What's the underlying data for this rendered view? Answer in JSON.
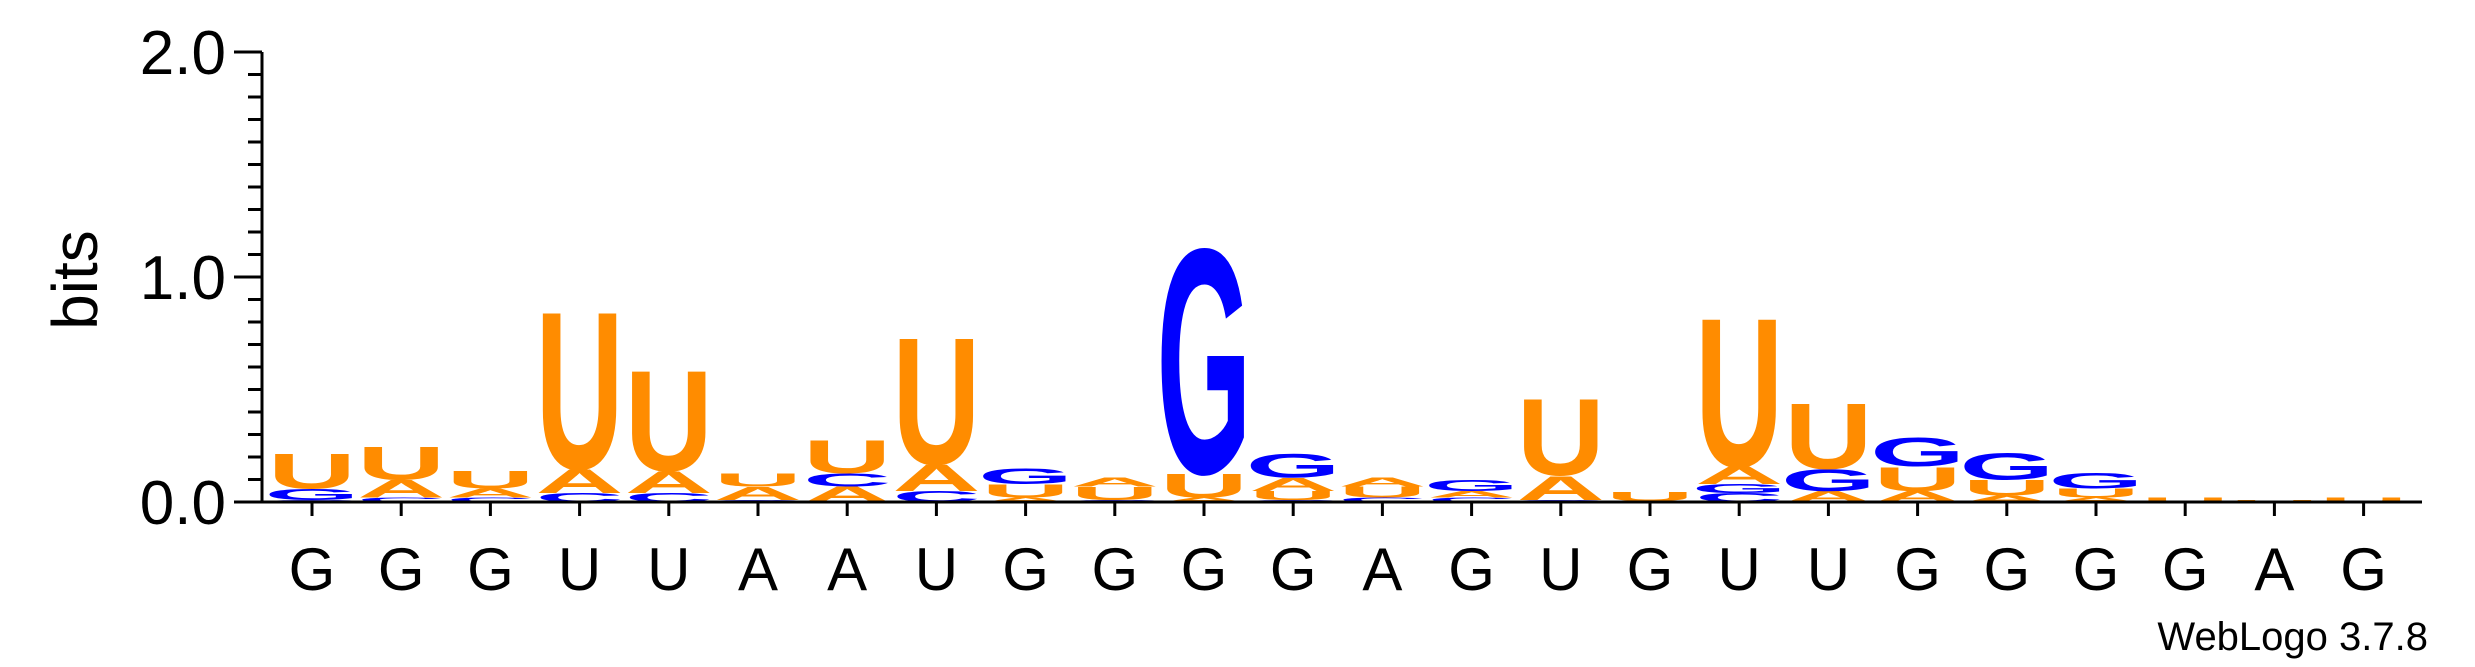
{
  "chart_data": {
    "type": "sequence-logo",
    "ylabel": "bits",
    "ylim": [
      0,
      2.0
    ],
    "yticks": [
      "0.0",
      "1.0",
      "2.0"
    ],
    "footer": "WebLogo 3.7.8",
    "colors": {
      "U": "#FF8C00",
      "A": "#FF8C00",
      "G": "#0000FF",
      "C": "#0000FF"
    },
    "positions": [
      {
        "label": "G",
        "stack": [
          [
            "C",
            0.01
          ],
          [
            "G",
            0.05
          ],
          [
            "U",
            0.16
          ]
        ]
      },
      {
        "label": "G",
        "stack": [
          [
            "C",
            0.02
          ],
          [
            "A",
            0.08
          ],
          [
            "U",
            0.15
          ]
        ]
      },
      {
        "label": "G",
        "stack": [
          [
            "C",
            0.02
          ],
          [
            "A",
            0.04
          ],
          [
            "U",
            0.08
          ]
        ]
      },
      {
        "label": "U",
        "stack": [
          [
            "C",
            0.04
          ],
          [
            "A",
            0.11
          ],
          [
            "U",
            0.72
          ]
        ]
      },
      {
        "label": "U",
        "stack": [
          [
            "C",
            0.04
          ],
          [
            "A",
            0.1
          ],
          [
            "U",
            0.46
          ]
        ]
      },
      {
        "label": "A",
        "stack": [
          [
            "G",
            0.01
          ],
          [
            "A",
            0.06
          ],
          [
            "U",
            0.06
          ]
        ]
      },
      {
        "label": "A",
        "stack": [
          [
            "A",
            0.07
          ],
          [
            "C",
            0.06
          ],
          [
            "U",
            0.15
          ]
        ]
      },
      {
        "label": "U",
        "stack": [
          [
            "C",
            0.05
          ],
          [
            "A",
            0.12
          ],
          [
            "U",
            0.58
          ]
        ]
      },
      {
        "label": "G",
        "stack": [
          [
            "A",
            0.02
          ],
          [
            "U",
            0.06
          ],
          [
            "G",
            0.07
          ]
        ]
      },
      {
        "label": "G",
        "stack": [
          [
            "C",
            0.01
          ],
          [
            "U",
            0.06
          ],
          [
            "A",
            0.04
          ]
        ]
      },
      {
        "label": "G",
        "stack": [
          [
            "A",
            0.02
          ],
          [
            "U",
            0.11
          ],
          [
            "G",
            1.03
          ]
        ]
      },
      {
        "label": "G",
        "stack": [
          [
            "C",
            0.01
          ],
          [
            "U",
            0.04
          ],
          [
            "A",
            0.06
          ],
          [
            "G",
            0.11
          ]
        ]
      },
      {
        "label": "A",
        "stack": [
          [
            "C",
            0.02
          ],
          [
            "U",
            0.05
          ],
          [
            "A",
            0.04
          ]
        ]
      },
      {
        "label": "G",
        "stack": [
          [
            "C",
            0.02
          ],
          [
            "A",
            0.03
          ],
          [
            "G",
            0.05
          ]
        ]
      },
      {
        "label": "U",
        "stack": [
          [
            "G",
            0.01
          ],
          [
            "A",
            0.11
          ],
          [
            "U",
            0.35
          ]
        ]
      },
      {
        "label": "G",
        "stack": [
          [
            "C",
            0.005
          ],
          [
            "U",
            0.04
          ]
        ]
      },
      {
        "label": "U",
        "stack": [
          [
            "C",
            0.04
          ],
          [
            "G",
            0.04
          ],
          [
            "A",
            0.08
          ],
          [
            "U",
            0.68
          ]
        ]
      },
      {
        "label": "U",
        "stack": [
          [
            "A",
            0.05
          ],
          [
            "G",
            0.1
          ],
          [
            "U",
            0.3
          ]
        ]
      },
      {
        "label": "G",
        "stack": [
          [
            "A",
            0.05
          ],
          [
            "U",
            0.11
          ],
          [
            "G",
            0.13
          ]
        ]
      },
      {
        "label": "G",
        "stack": [
          [
            "A",
            0.03
          ],
          [
            "U",
            0.07
          ],
          [
            "G",
            0.12
          ]
        ]
      },
      {
        "label": "G",
        "stack": [
          [
            "A",
            0.02
          ],
          [
            "U",
            0.04
          ],
          [
            "G",
            0.07
          ]
        ]
      },
      {
        "label": "G",
        "stack": [
          [
            "U",
            0.02
          ]
        ]
      },
      {
        "label": "A",
        "stack": [
          [
            "U",
            0.01
          ]
        ]
      },
      {
        "label": "G",
        "stack": [
          [
            "U",
            0.02
          ]
        ]
      }
    ]
  }
}
